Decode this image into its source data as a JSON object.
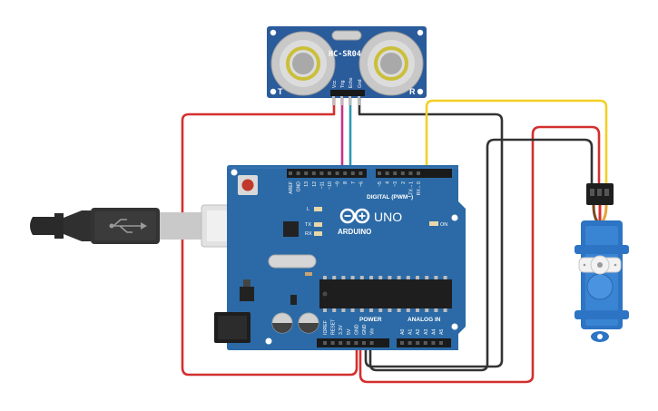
{
  "sensor": {
    "model": "HC-SR04",
    "pin_vcc": "Vcc",
    "pin_trig": "Trig",
    "pin_echo": "Echo",
    "pin_gnd": "Gnd",
    "left_mark": "T",
    "right_mark": "R"
  },
  "arduino": {
    "brand": "ARDUINO",
    "model": "UNO",
    "digital_label": "DIGITAL (PWM~)",
    "power_label": "POWER",
    "analog_label": "ANALOG IN",
    "led_l": "L",
    "led_tx": "TX",
    "led_rx": "RX",
    "led_on": "ON",
    "digital_pins": [
      "AREF",
      "GND",
      "13",
      "12",
      "~11",
      "~10",
      "~9",
      "8",
      "7",
      "~6",
      "~5",
      "4",
      "~3",
      "2",
      "TX→1",
      "RX←0"
    ],
    "power_pins": [
      "IOREF",
      "RESET",
      "3.3V",
      "5V",
      "GND",
      "GND",
      "Vin"
    ],
    "analog_pins": [
      "A0",
      "A1",
      "A2",
      "A3",
      "A4",
      "A5"
    ]
  },
  "wire_colors": {
    "red": "#d42f2f",
    "black": "#333333",
    "yellow": "#f3d026",
    "magenta": "#c4348c",
    "cyan": "#2f98b4"
  },
  "colors": {
    "board": "#2b6aa6",
    "sensor_board": "#2a5b9b",
    "servo": "#2d74c4"
  }
}
